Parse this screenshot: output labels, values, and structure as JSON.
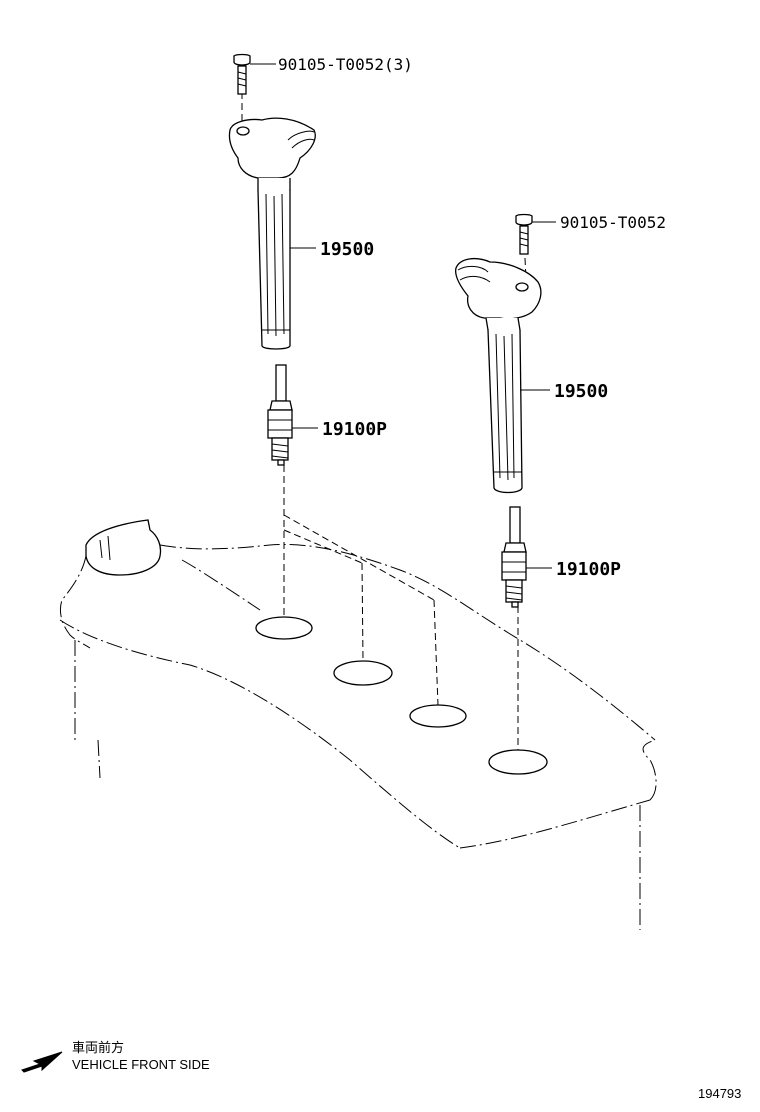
{
  "callouts": {
    "bolt_left": "90105-T0052(3)",
    "coil_left": "19500",
    "plug_left": "19100P",
    "bolt_right": "90105-T0052",
    "coil_right": "19500",
    "plug_right": "19100P"
  },
  "legend": {
    "front_jp": "車両前方",
    "front_en": "VEHICLE FRONT SIDE"
  },
  "figure_number": "194793"
}
